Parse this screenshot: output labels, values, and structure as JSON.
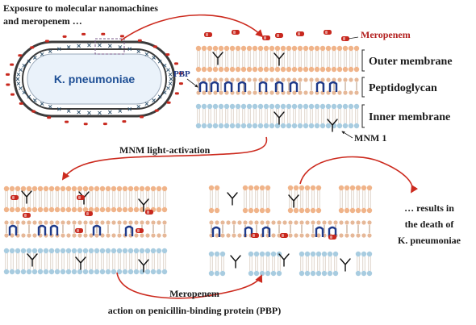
{
  "title_line1": "Exposure to molecular nanomachines",
  "title_line2": "and meropenem …",
  "bacterium_label": "K. pneumoniae",
  "legend": {
    "meropenem": "Meropenem",
    "pbp": "PBP",
    "mnm": "MNM 1",
    "outer_membrane": "Outer membrane",
    "peptidoglycan": "Peptidoglycan",
    "inner_membrane": "Inner membrane"
  },
  "steps": {
    "light_activation": "MNM light-activation",
    "meropenem_line1": "Meropenem",
    "meropenem_line2": "action on penicillin-binding protein (PBP)",
    "result_line1": "… results in",
    "result_line2": "the death of",
    "result_line3": "K. pneumoniae"
  },
  "colors": {
    "outer_head": "#f0b48a",
    "inner_head": "#a8cce0",
    "pg_head": "#e6b898",
    "meropenem": "#c8281e",
    "pbp": "#1e3a8a",
    "arrow": "#cc2a1e",
    "bacterium_blue": "#1e4f95"
  }
}
